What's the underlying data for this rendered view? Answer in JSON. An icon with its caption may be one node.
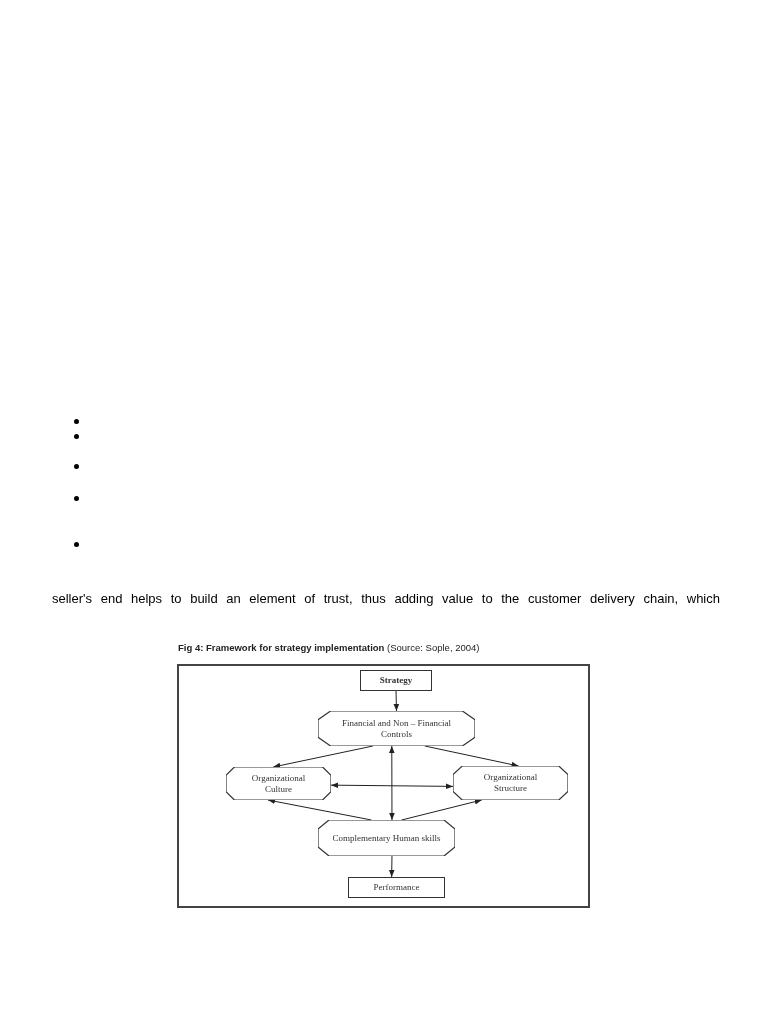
{
  "diagram": {
    "title": "**Fig 4: Framework for strategy implementation** (Source: Sople, 2004)",
    "nodes": [
      {
        "text": [
          "Strategy"
        ]
      },
      {
        "text": [
          "Financial and Non – Financial Controls"
        ]
      },
      {
        "text": [
          "Organizational Culture"
        ]
      },
      {
        "text": [
          "Organizational Structure"
        ]
      },
      {
        "text": [
          "Complementary Human skills"
        ]
      },
      {
        "text": [
          "Performance"
        ]
      }
    ],
    "edges": [
      {
        "from": 0,
        "to": 1,
        "arrow": "to"
      },
      {
        "from": 1,
        "to": 2,
        "arrow": "to"
      },
      {
        "from": 1,
        "to": 3,
        "arrow": "to"
      },
      {
        "from": 1,
        "to": 4,
        "arrow": "both"
      },
      {
        "from": 2,
        "to": 3,
        "arrow": "both"
      },
      {
        "from": 4,
        "to": 2,
        "arrow": "to"
      },
      {
        "from": 4,
        "to": 3,
        "arrow": "to"
      },
      {
        "from": 4,
        "to": 5,
        "arrow": "to"
      }
    ],
    "labels": [
      "seller's end helps to build an element of trust, thus adding value to the customer delivery chain, which"
    ]
  }
}
